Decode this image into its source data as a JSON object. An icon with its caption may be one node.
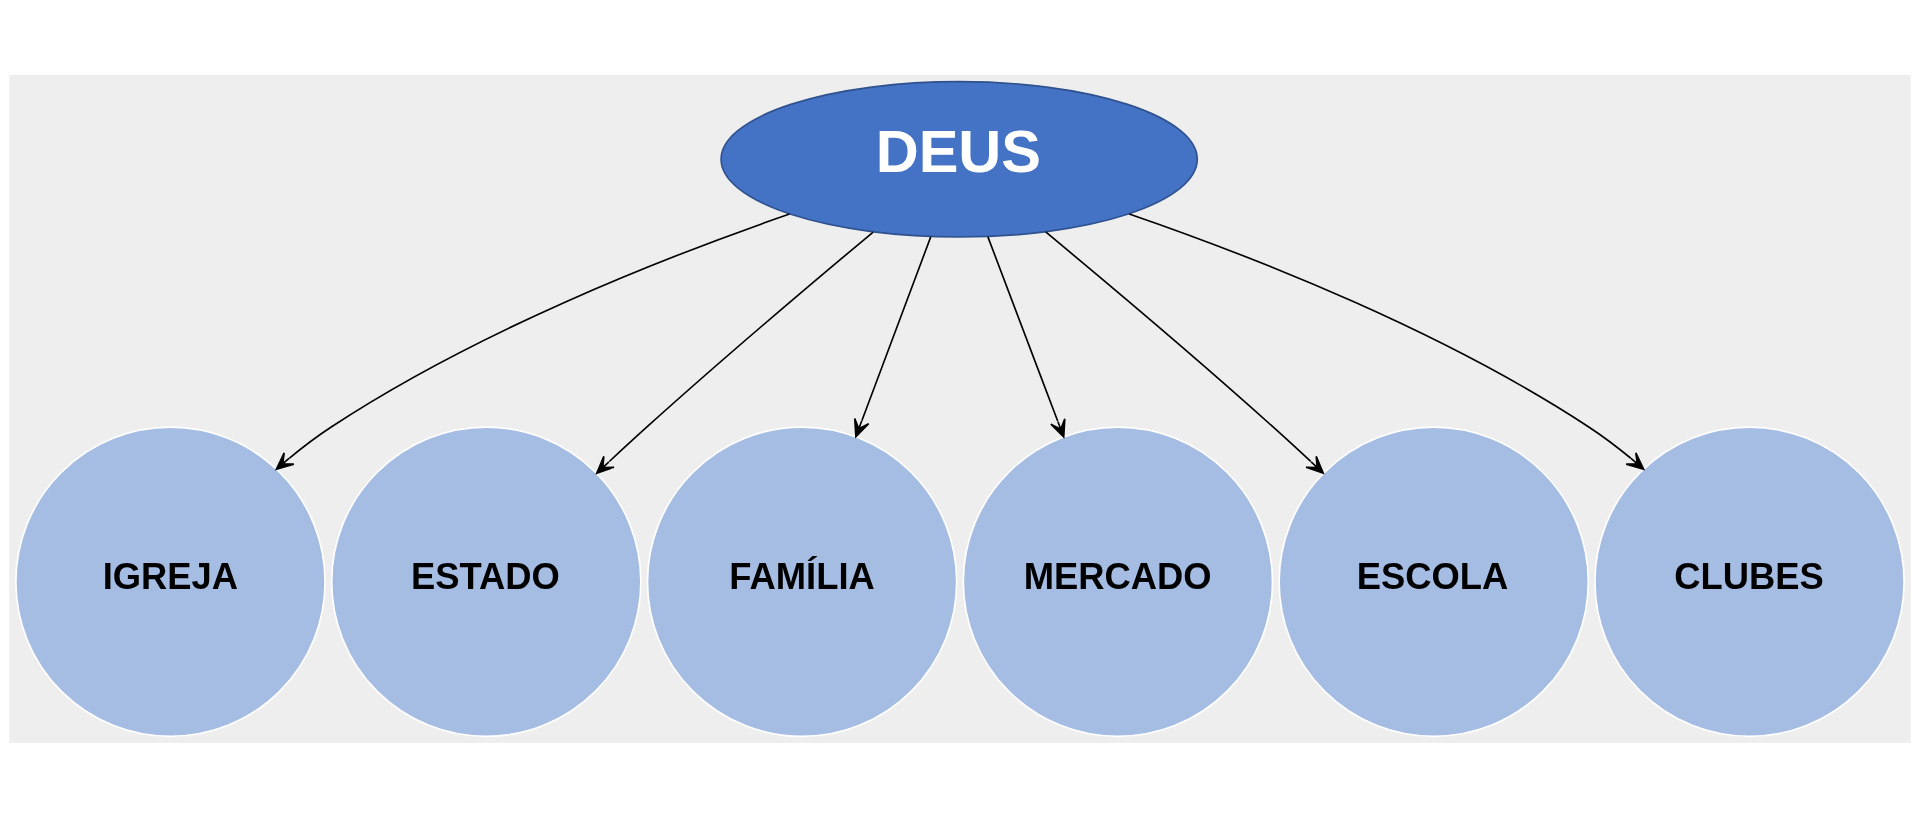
{
  "diagram": {
    "nodes": [
      {
        "text": [
          "DEUS"
        ]
      },
      {
        "text": [
          "IGREJA"
        ]
      },
      {
        "text": [
          "ESTADO"
        ]
      },
      {
        "text": [
          "FAMÍLIA"
        ]
      },
      {
        "text": [
          "MERCADO"
        ]
      },
      {
        "text": [
          "ESCOLA"
        ]
      },
      {
        "text": [
          "CLUBES"
        ]
      }
    ],
    "edges": [
      {
        "from": 0,
        "to": 1,
        "arrow": "to"
      },
      {
        "from": 0,
        "to": 2,
        "arrow": "to"
      },
      {
        "from": 0,
        "to": 3,
        "arrow": "to"
      },
      {
        "from": 0,
        "to": 4,
        "arrow": "to"
      },
      {
        "from": 0,
        "to": 5,
        "arrow": "to"
      },
      {
        "from": 0,
        "to": 6,
        "arrow": "to"
      }
    ]
  }
}
